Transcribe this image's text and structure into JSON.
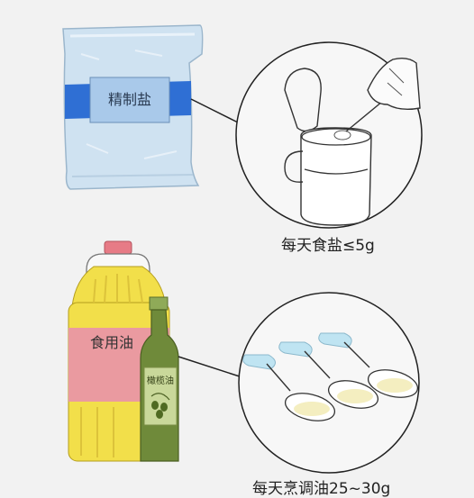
{
  "salt": {
    "package_label": "精制盐",
    "caption": "每天食盐≤5g"
  },
  "oil": {
    "bottle_label": "食用油",
    "olive_label": "橄榄油",
    "caption": "每天烹调油25~30g"
  },
  "colors": {
    "salt_bag": "#cfe2f1",
    "salt_band": "#2f6fd4",
    "oil_body": "#f2df4a",
    "oil_label": "#ea9aa0",
    "olive_bottle": "#6f8a3a",
    "cap_red": "#e77b86"
  }
}
